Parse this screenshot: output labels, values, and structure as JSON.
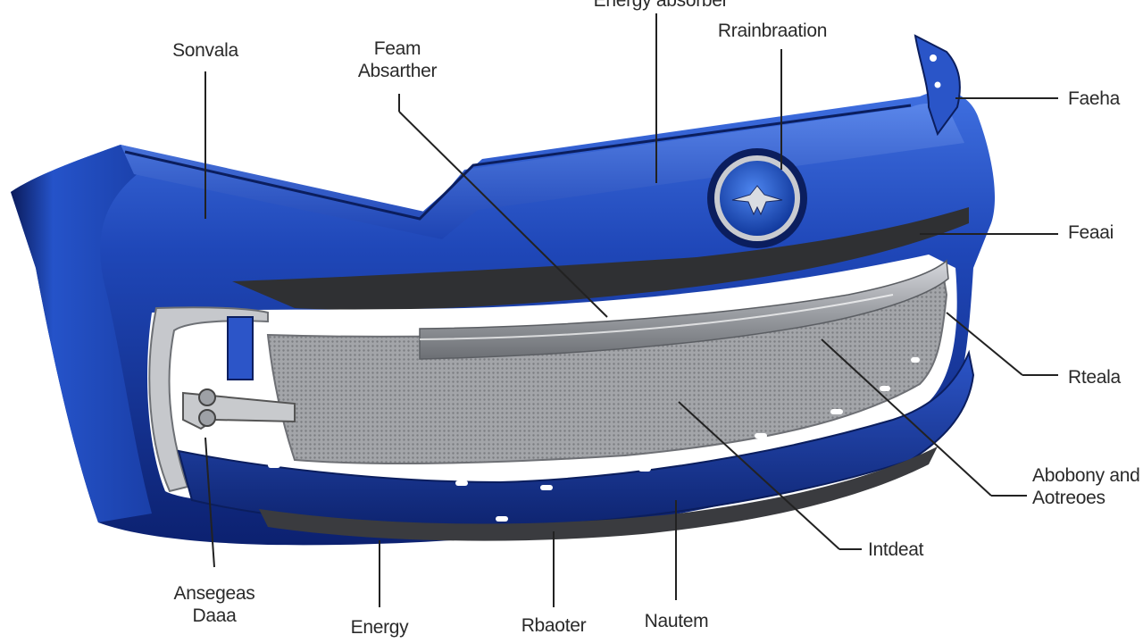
{
  "colors": {
    "body_blue": "#1a3fa8",
    "body_dark": "#0b1e5e",
    "body_light": "#4f7be0",
    "absorber_gray": "#8a8c90",
    "mesh_gray": "#9a9ca0",
    "shadow_band": "#2f3033",
    "leader_line": "#222222",
    "background": "#ffffff"
  },
  "labels": {
    "energy_absorber_top": "Energy absorber",
    "reinforcement": "Rrainbraation",
    "sonvala": "Sonvala",
    "foam_absorber_line1": "Feam",
    "foam_absorber_line2": "Absarther",
    "faeha": "Faeha",
    "feaai": "Feaai",
    "rteala": "Rteala",
    "abobony_line1": "Abobony and",
    "abobony_line2": "Aotreoes",
    "intdeat": "Intdeat",
    "ansegeas_line1": "Ansegeas",
    "ansegeas_line2": "Daaa",
    "energy_bottom": "Energy",
    "rbaoter": "Rbaoter",
    "nautem": "Nautem"
  },
  "icons": {
    "emblem": "eagle-emblem-icon"
  }
}
